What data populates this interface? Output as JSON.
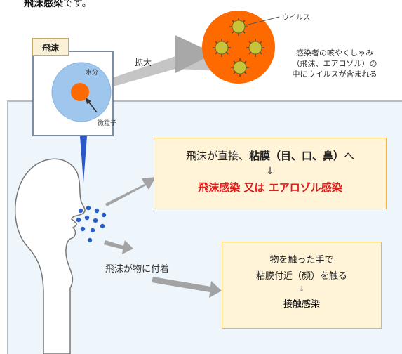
{
  "caption": {
    "bold": "飛沫感染",
    "rest": "です。"
  },
  "droplet_panel": {
    "title": "飛沫",
    "water_label": "水分",
    "particle_label": "微粒子"
  },
  "enlarge_label": "拡大",
  "virus": {
    "label": "ウイルス",
    "description": [
      "感染者の咳やくしゃみ",
      "（飛沫、エアロゾル）の",
      "中にウイルスが含まれる"
    ]
  },
  "route_mucosa": {
    "line1_pre": "飛沫が直接、",
    "line1_bold": "粘膜（目、口、鼻）",
    "line1_post": "へ",
    "arrow": "↓",
    "line3": "飛沫感染 又は エアロゾル感染"
  },
  "attach_label": "飛沫が物に付着",
  "route_contact": {
    "line1": "物を触った手で",
    "line2": "粘膜付近（顔）を触る",
    "arrow": "↓",
    "line4": "接触感染"
  },
  "colors": {
    "water": "#9fc7ee",
    "particle": "#ff6a00",
    "virus_body": "#c8c43a",
    "droplet_dots": "#2a5fc9",
    "arrow_grey": "#9a9a9a",
    "infection_red": "#e11a1a"
  }
}
